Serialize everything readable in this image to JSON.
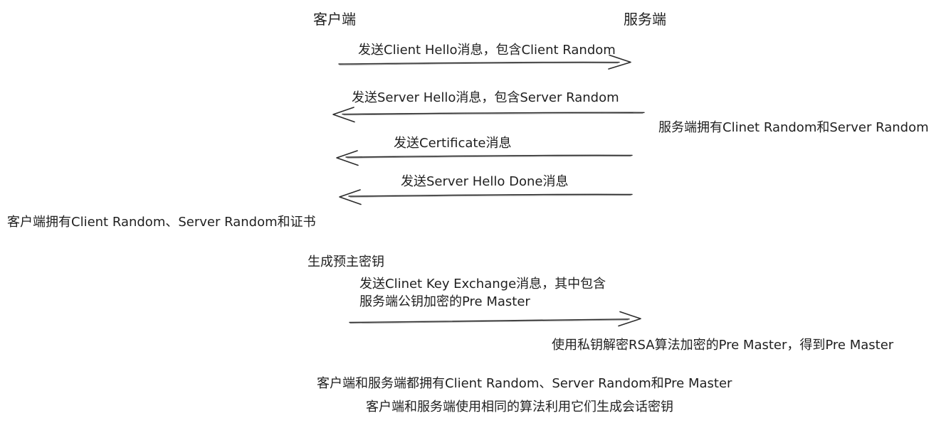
{
  "diagram": {
    "type": "sequence-diagram",
    "topic": "TLS RSA handshake",
    "colors": {
      "ink": "#1f1f1f",
      "background": "#ffffff"
    },
    "actors": [
      {
        "id": "client",
        "label": "客户端"
      },
      {
        "id": "server",
        "label": "服务端"
      }
    ],
    "messages": [
      {
        "from": "client",
        "to": "server",
        "direction": "right",
        "label": "发送Client Hello消息，包含Client Random"
      },
      {
        "from": "server",
        "to": "client",
        "direction": "left",
        "label": "发送Server Hello消息，包含Server Random"
      },
      {
        "from": "server",
        "to": "client",
        "direction": "left",
        "label": "发送Certificate消息"
      },
      {
        "from": "server",
        "to": "client",
        "direction": "left",
        "label": "发送Server Hello Done消息"
      },
      {
        "from": "client",
        "to": "server",
        "direction": "right",
        "label_line1": "发送Clinet Key Exchange消息，其中包含",
        "label_line2": "服务端公钥加密的Pre Master"
      }
    ],
    "notes": [
      {
        "id": "server-has-randoms",
        "side": "right",
        "text": "服务端拥有Clinet Random和Server Random"
      },
      {
        "id": "client-has-randoms",
        "side": "left",
        "text": "客户端拥有Client Random、Server Random和证书"
      },
      {
        "id": "generate-premaster",
        "side": "client",
        "text": "生成预主密钥"
      },
      {
        "id": "server-decrypts",
        "side": "right",
        "text": "使用私钥解密RSA算法加密的Pre Master，得到Pre Master"
      },
      {
        "id": "both-have-secrets",
        "side": "bottom",
        "text": "客户端和服务端都拥有Client Random、Server Random和Pre Master"
      },
      {
        "id": "session-key",
        "side": "bottom",
        "text": "客户端和服务端使用相同的算法利用它们生成会话密钥"
      }
    ]
  }
}
